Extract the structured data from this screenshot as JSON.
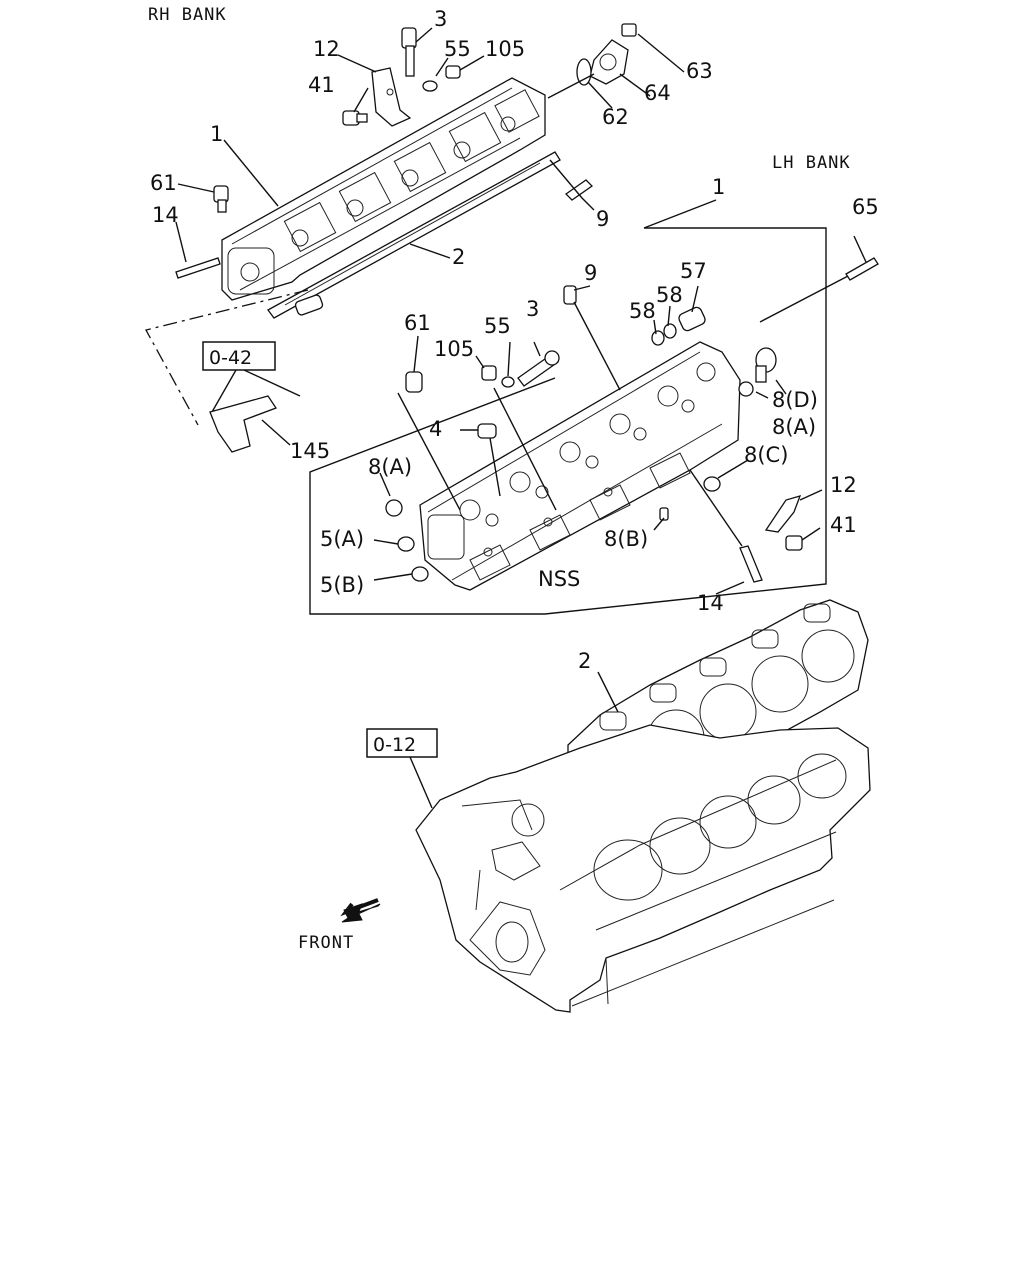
{
  "bank_labels": {
    "rh": "RH BANK",
    "lh": "LH BANK"
  },
  "front_label": "FRONT",
  "ref_boxes": {
    "upper": "0-42",
    "lower": "0-12"
  },
  "nss_label": "NSS",
  "callouts": {
    "rh_3": "3",
    "rh_12": "12",
    "rh_55": "55",
    "rh_105": "105",
    "rh_63": "63",
    "rh_41": "41",
    "rh_64": "64",
    "rh_62": "62",
    "rh_1": "1",
    "rh_61": "61",
    "rh_14": "14",
    "rh_9": "9",
    "rh_2": "2",
    "lh_1": "1",
    "lh_65": "65",
    "lh_9": "9",
    "lh_57": "57",
    "lh_58a": "58",
    "lh_58b": "58",
    "lh_61": "61",
    "lh_55": "55",
    "lh_3": "3",
    "lh_105": "105",
    "lh_145": "145",
    "lh_4": "4",
    "lh_8d": "8(D)",
    "lh_8a_r": "8(A)",
    "lh_8a_l": "8(A)",
    "lh_8c": "8(C)",
    "lh_12": "12",
    "lh_41": "41",
    "lh_5a": "5(A)",
    "lh_8b": "8(B)",
    "lh_5b": "5(B)",
    "lh_14": "14",
    "lower_2": "2"
  }
}
